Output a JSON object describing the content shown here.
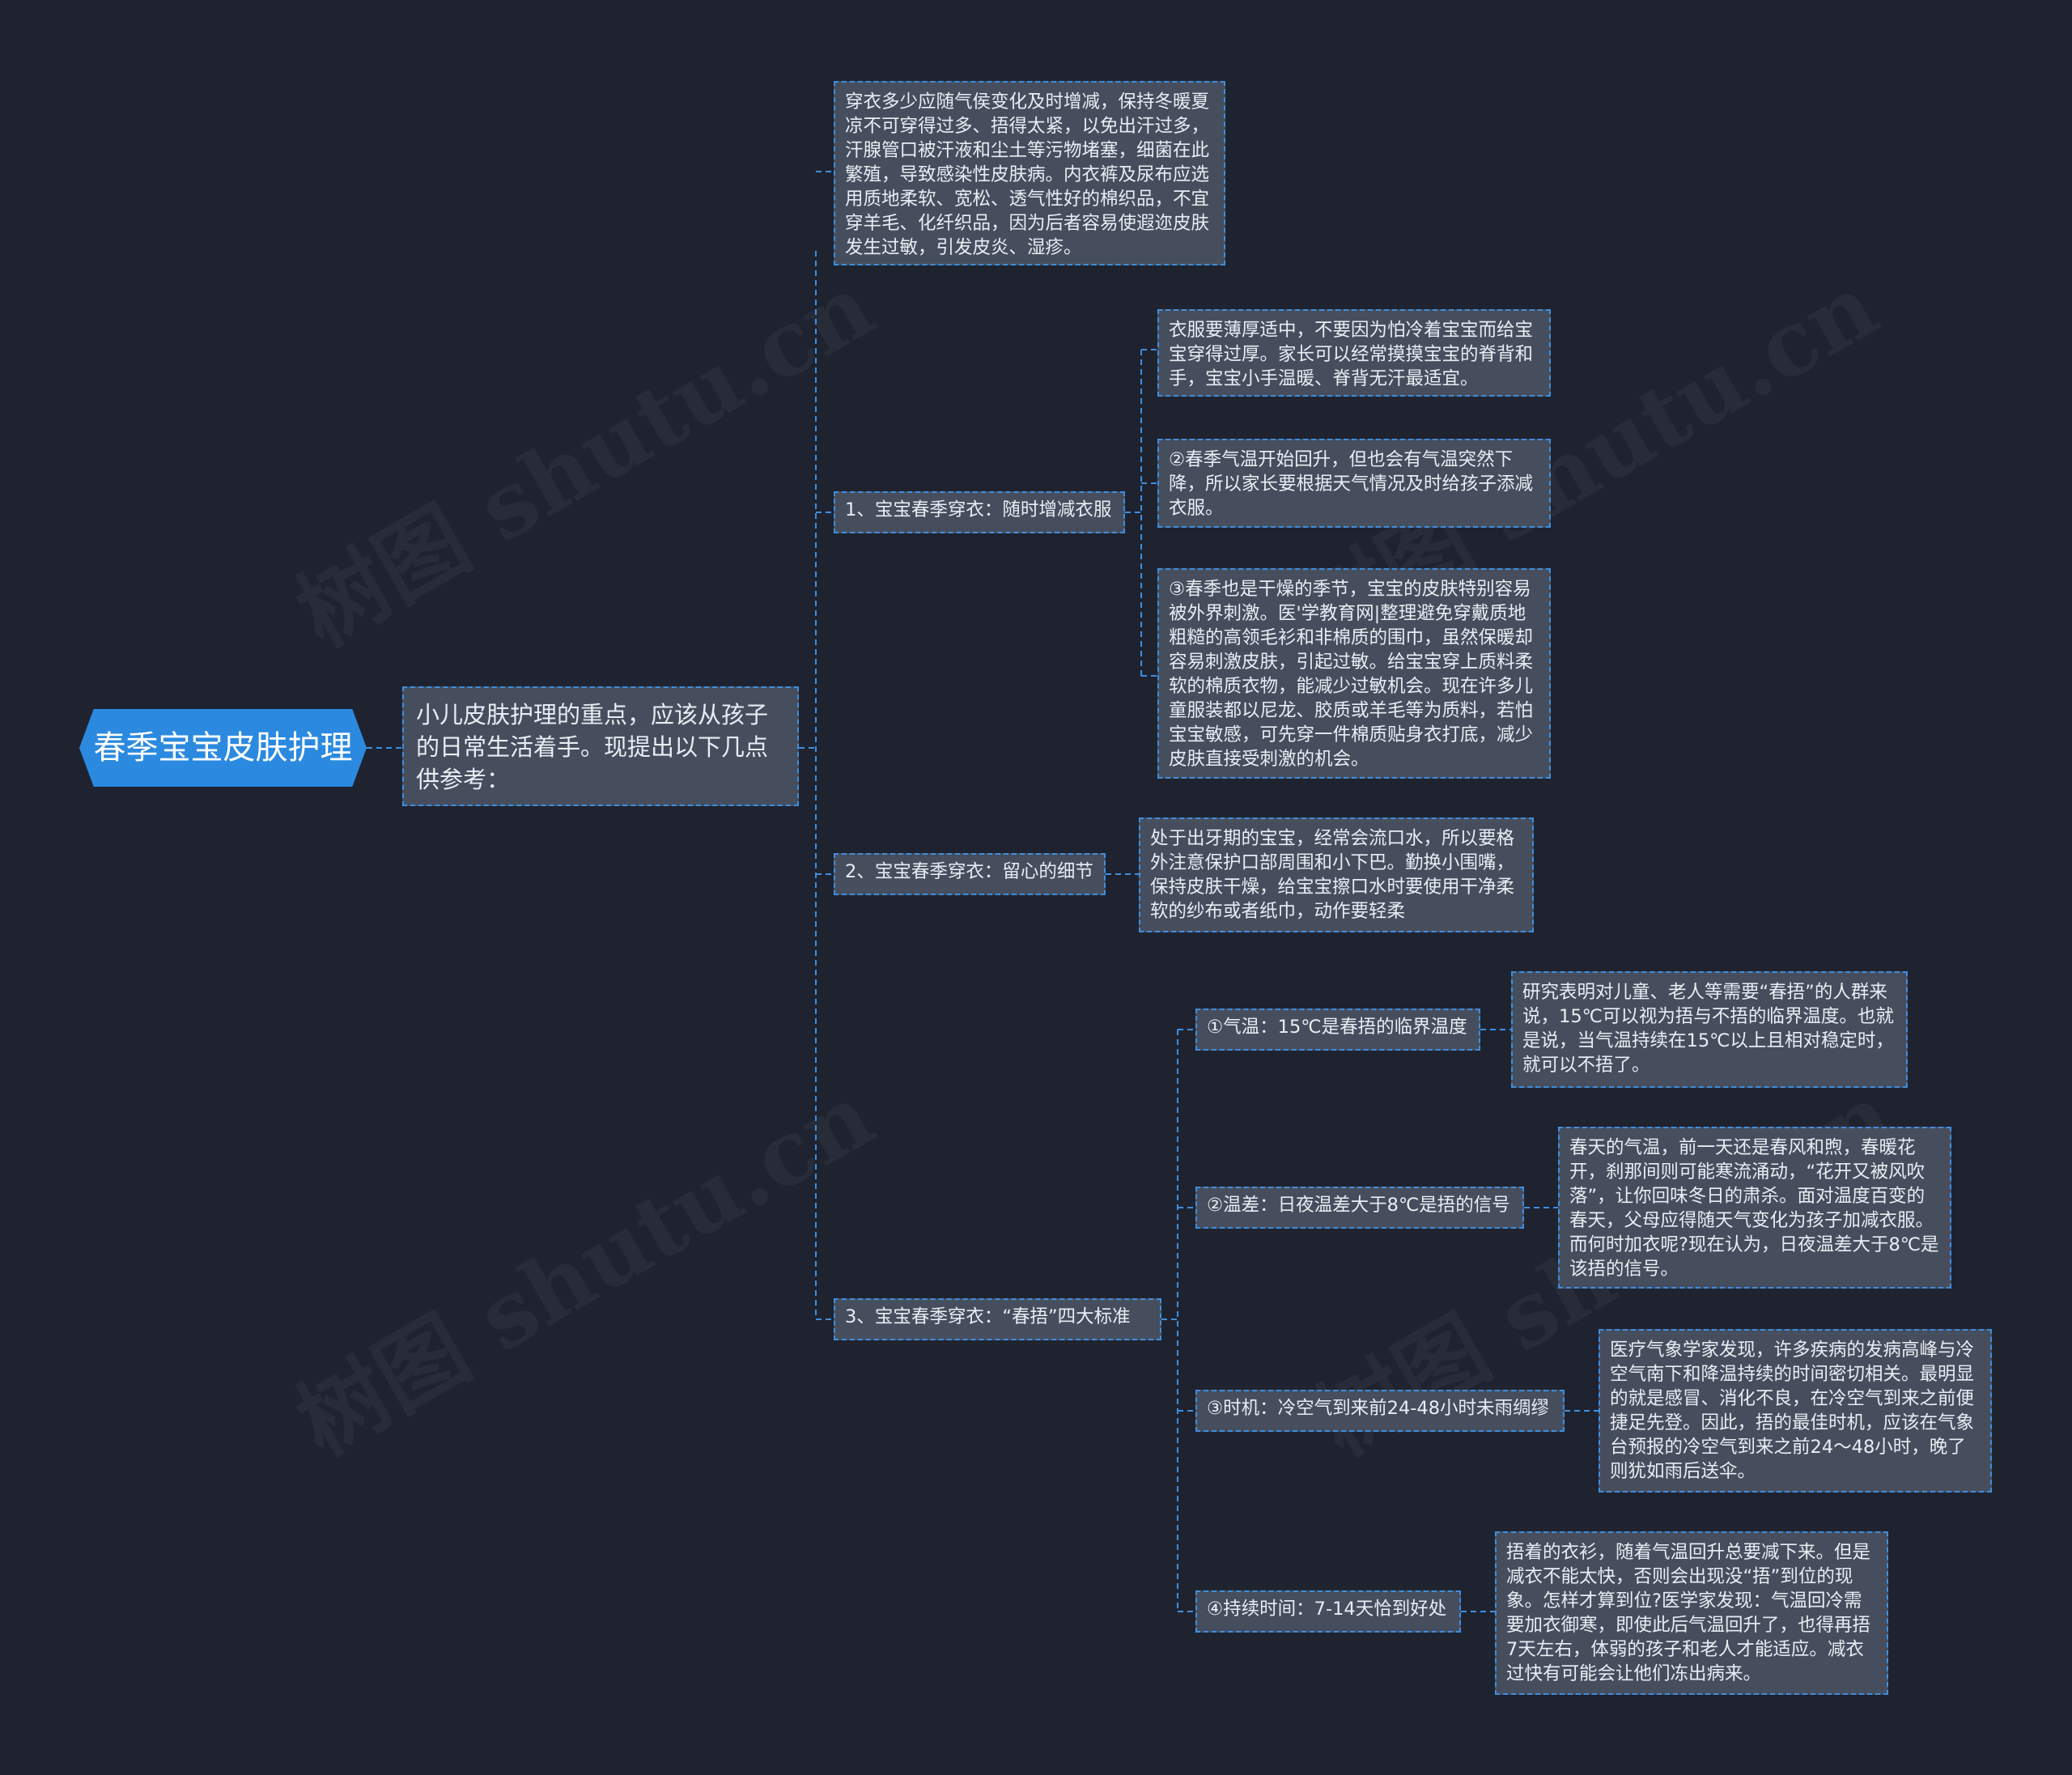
{
  "watermark": "树图 shutu.cn",
  "root": {
    "title": "春季宝宝皮肤护理"
  },
  "intro": {
    "text": "小儿皮肤护理的重点，应该从孩子的日常生活着手。现提出以下几点供参考："
  },
  "top_note": {
    "text": "穿衣多少应随气侯变化及时增减，保持冬暖夏凉不可穿得过多、捂得太紧，以免出汗过多，汗腺管口被汗液和尘土等污物堵塞，细菌在此繁殖，导致感染性皮肤病。内衣裤及尿布应选用质地柔软、宽松、透气性好的棉织品，不宜穿羊毛、化纤织品，因为后者容易使遐迩皮肤发生过敏，引发皮炎、湿疹。"
  },
  "section1": {
    "label": "1、宝宝春季穿衣：随时增减衣服",
    "notes": [
      "衣服要薄厚适中，不要因为怕冷着宝宝而给宝宝穿得过厚。家长可以经常摸摸宝宝的脊背和手，宝宝小手温暖、脊背无汗最适宜。",
      "②春季气温开始回升，但也会有气温突然下降，所以家长要根据天气情况及时给孩子添减衣服。",
      "③春季也是干燥的季节，宝宝的皮肤特别容易被外界刺激。医'学教育网|整理避免穿戴质地粗糙的高领毛衫和非棉质的围巾，虽然保暖却容易刺激皮肤，引起过敏。给宝宝穿上质料柔软的棉质衣物，能减少过敏机会。现在许多儿童服装都以尼龙、胶质或羊毛等为质料，若怕宝宝敏感，可先穿一件棉质贴身衣打底，减少皮肤直接受刺激的机会。"
    ]
  },
  "section2": {
    "label": "2、宝宝春季穿衣：留心的细节",
    "note": "处于出牙期的宝宝，经常会流口水，所以要格外注意保护口部周围和小下巴。勤换小围嘴，保持皮肤干燥，给宝宝擦口水时要使用干净柔软的纱布或者纸巾，动作要轻柔"
  },
  "section3": {
    "label": "3、宝宝春季穿衣：“春捂”四大标准",
    "items": [
      {
        "label": "①气温：15℃是春捂的临界温度",
        "note": "研究表明对儿童、老人等需要“春捂”的人群来说，15℃可以视为捂与不捂的临界温度。也就是说，当气温持续在15℃以上且相对稳定时，就可以不捂了。"
      },
      {
        "label": "②温差：日夜温差大于8℃是捂的信号",
        "note": "春天的气温，前一天还是春风和煦，春暖花开，刹那间则可能寒流涌动，“花开又被风吹落”，让你回味冬日的肃杀。面对温度百变的春天，父母应得随天气变化为孩子加减衣服。而何时加衣呢?现在认为，日夜温差大于8℃是该捂的信号。"
      },
      {
        "label": "③时机：冷空气到来前24-48小时未雨绸缪",
        "note": "医疗气象学家发现，许多疾病的发病高峰与冷空气南下和降温持续的时间密切相关。最明显的就是感冒、消化不良，在冷空气到来之前便捷足先登。因此，捂的最佳时机，应该在气象台预报的冷空气到来之前24～48小时，晚了则犹如雨后送伞。"
      },
      {
        "label": "④持续时间：7-14天恰到好处",
        "note": "捂着的衣衫，随着气温回升总要减下来。但是减衣不能太快，否则会出现没“捂”到位的现象。怎样才算到位?医学家发现：气温回冷需要加衣御寒，即使此后气温回升了，也得再捂7天左右，体弱的孩子和老人才能适应。减衣过快有可能会让他们冻出病来。"
      }
    ]
  },
  "colors": {
    "background": "#1f2330",
    "node": "#464e5e",
    "border": "#3d8fe0",
    "root": "#2b8ae0",
    "line": "#3d8fe0"
  }
}
